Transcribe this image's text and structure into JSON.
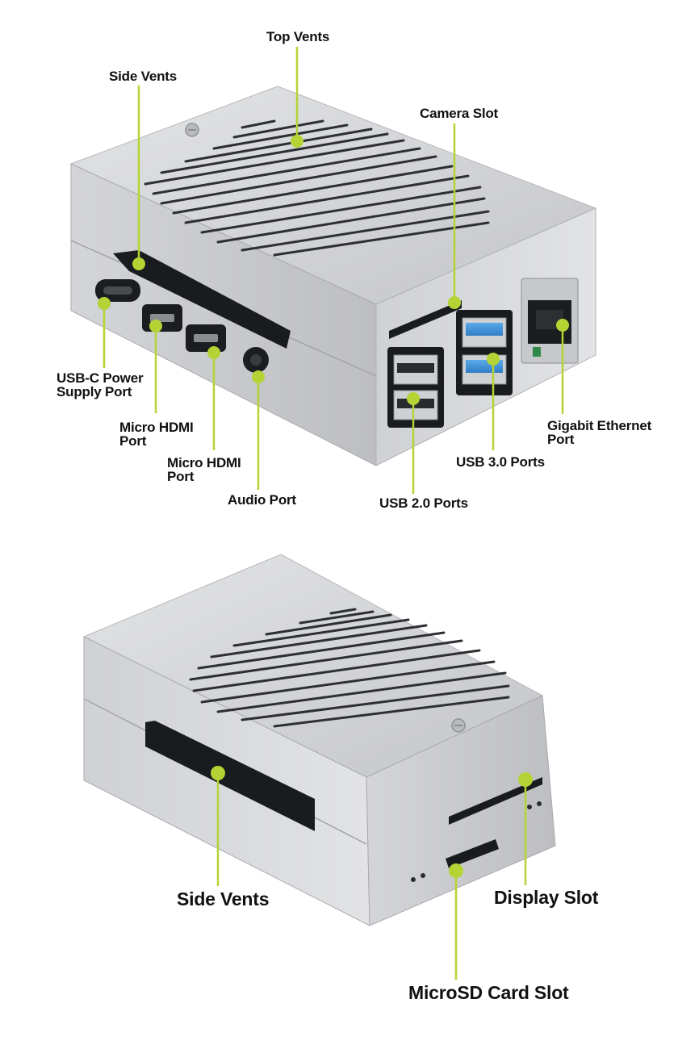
{
  "accent_color": "#b5d334",
  "case_color": "#c9cacc",
  "top_view": {
    "labels": {
      "top_vents": "Top Vents",
      "side_vents": "Side Vents",
      "camera_slot": "Camera Slot",
      "usb_c_power": "USB-C Power\nSupply Port",
      "micro_hdmi_1": "Micro HDMI\nPort",
      "micro_hdmi_2": "Micro HDMI\nPort",
      "audio_port": "Audio Port",
      "usb2_ports": "USB 2.0 Ports",
      "usb3_ports": "USB 3.0 Ports",
      "gigabit_ethernet": "Gigabit Ethernet\nPort"
    }
  },
  "bottom_view": {
    "labels": {
      "side_vents": "Side Vents",
      "display_slot": "Display Slot",
      "microsd_slot": "MicroSD Card Slot"
    }
  }
}
